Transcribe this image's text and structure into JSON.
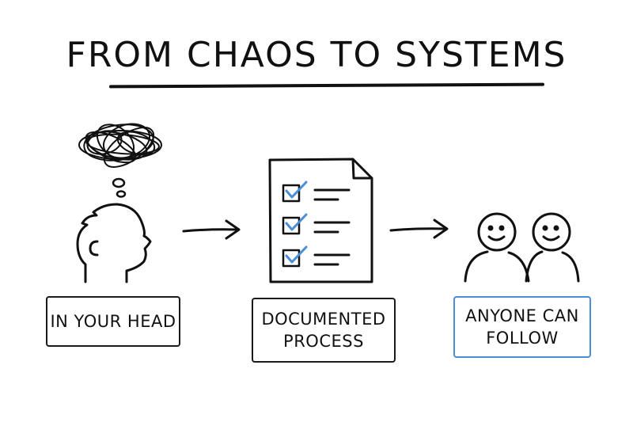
{
  "title": "FROM CHAOS TO SYSTEMS",
  "steps": [
    {
      "label": "IN YOUR HEAD",
      "icon": "thinking-head-icon"
    },
    {
      "label_lines": [
        "DOCUMENTED",
        "PROCESS"
      ],
      "icon": "checklist-document-icon"
    },
    {
      "label_lines": [
        "ANYONE CAN",
        "FOLLOW"
      ],
      "icon": "two-people-icon"
    }
  ],
  "colors": {
    "ink": "#111111",
    "accent": "#4a8fd6",
    "background": "#ffffff"
  }
}
